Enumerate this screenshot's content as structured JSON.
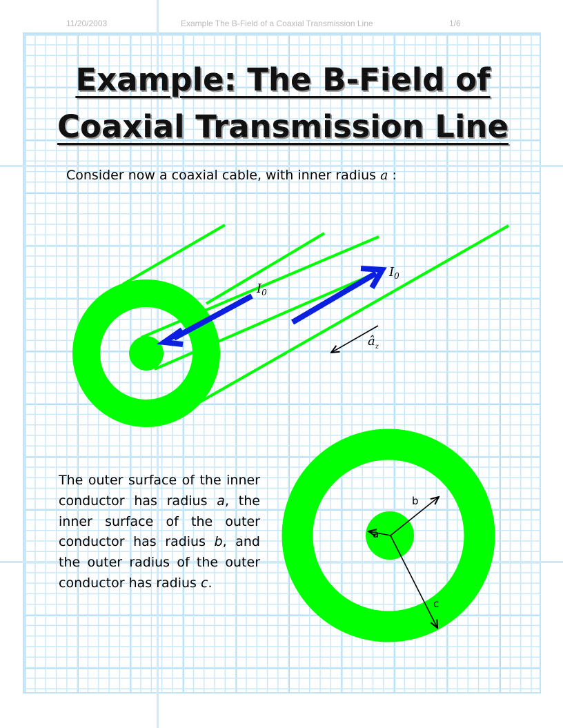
{
  "header": {
    "date": "11/20/2003",
    "doc_title": "Example The B-Field of a Coaxial Transmission Line",
    "page": "1/6"
  },
  "title": {
    "line1": "Example: The B-Field of",
    "line2": "Coaxial Transmission Line"
  },
  "intro": {
    "text": "Consider now a coaxial cable, with inner radius ",
    "var": "a",
    "suffix": " :"
  },
  "figure1": {
    "current_label_left": "I",
    "current_label_right": "I",
    "current_subscript": "0",
    "unit_vector_label": "â",
    "unit_vector_subscript": "z"
  },
  "figure2": {
    "label_a": "a",
    "label_b": "b",
    "label_c": "c"
  },
  "paragraph": {
    "part1": "The outer surface of the inner conductor has radius ",
    "a": "a",
    "part2": ", the inner surface of the outer conductor has radius ",
    "b": "b",
    "part3": ", and the outer radius of the outer conductor has radius ",
    "c": "c",
    "part4": "."
  },
  "colors": {
    "conductor": "#00ff00",
    "current_arrow": "#0a1fe0",
    "grid_line": "#c8e8f9"
  }
}
